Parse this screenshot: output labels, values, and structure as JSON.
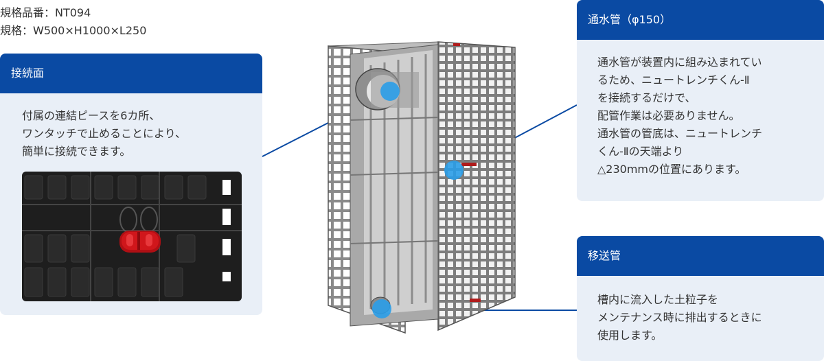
{
  "spec": {
    "product_number": "規格品番：NT094",
    "dimensions": "規格：W500×H1000×L250"
  },
  "callouts": {
    "connection": {
      "title": "接続面",
      "lines": [
        "付属の連結ピースを6カ所、",
        "ワンタッチで止めることにより、",
        "簡単に接続できます。"
      ]
    },
    "water_pipe": {
      "title": "通水管（φ150）",
      "lines": [
        "通水管が装置内に組み込まれてい",
        "るため、ニュートレンチくん-Ⅱ",
        "を接続するだけで、",
        "配管作業は必要ありません。",
        "通水管の管底は、ニュートレンチ",
        "くん-Ⅱの天端より",
        "△230mmの位置にあります。"
      ]
    },
    "transfer_pipe": {
      "title": "移送管",
      "lines": [
        "槽内に流入した土粒子を",
        "メンテナンス時に排出するときに",
        "使用します。"
      ]
    }
  },
  "colors": {
    "header_blue": "#0a4aa3",
    "card_bg": "#e9eff7",
    "marker_blue": "#2a9de8",
    "connector_red": "#d0161b"
  }
}
